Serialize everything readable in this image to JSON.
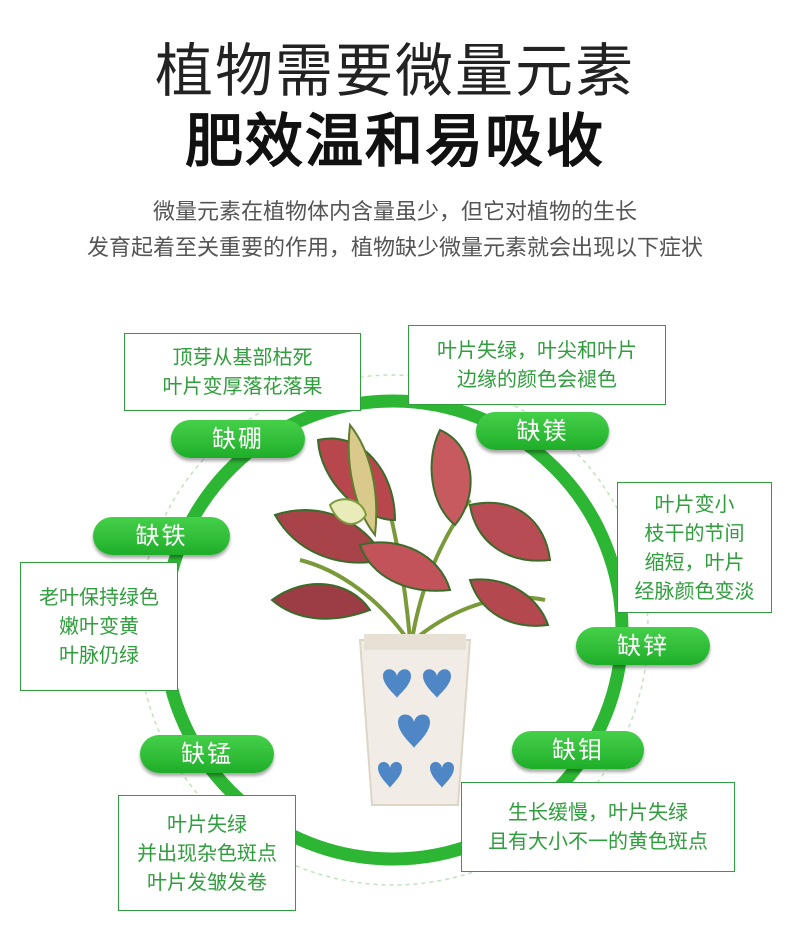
{
  "title_line1": "植物需要微量元素",
  "title_line2": "肥效温和易吸收",
  "description": [
    "微量元素在植物体内含量虽少，但它对植物的生长",
    "发育起着至关重要的作用，植物缺少微量元素就会出现以下症状"
  ],
  "deficiencies": [
    {
      "label": "缺硼",
      "symptoms": [
        "顶芽从基部枯死",
        "叶片变厚落花落果"
      ]
    },
    {
      "label": "缺镁",
      "symptoms": [
        "叶片失绿，叶尖和叶片",
        "边缘的颜色会褪色"
      ]
    },
    {
      "label": "缺铁",
      "symptoms": [
        "老叶保持绿色",
        "嫩叶变黄",
        "叶脉仍绿"
      ]
    },
    {
      "label": "缺锌",
      "symptoms": [
        "叶片变小",
        "枝干的节间",
        "缩短，叶片",
        "经脉颜色变淡"
      ]
    },
    {
      "label": "缺锰",
      "symptoms": [
        "叶片失绿",
        "并出现杂色斑点",
        "叶片发皱发卷"
      ]
    },
    {
      "label": "缺钼",
      "symptoms": [
        "生长缓慢，叶片失绿",
        "且有大小不一的黄色斑点"
      ]
    }
  ],
  "colors": {
    "accent_green": "#2f9e3c",
    "ring_green": "#2db534",
    "pot_blue": "#4f86c6"
  },
  "illustration": "potted-plant"
}
